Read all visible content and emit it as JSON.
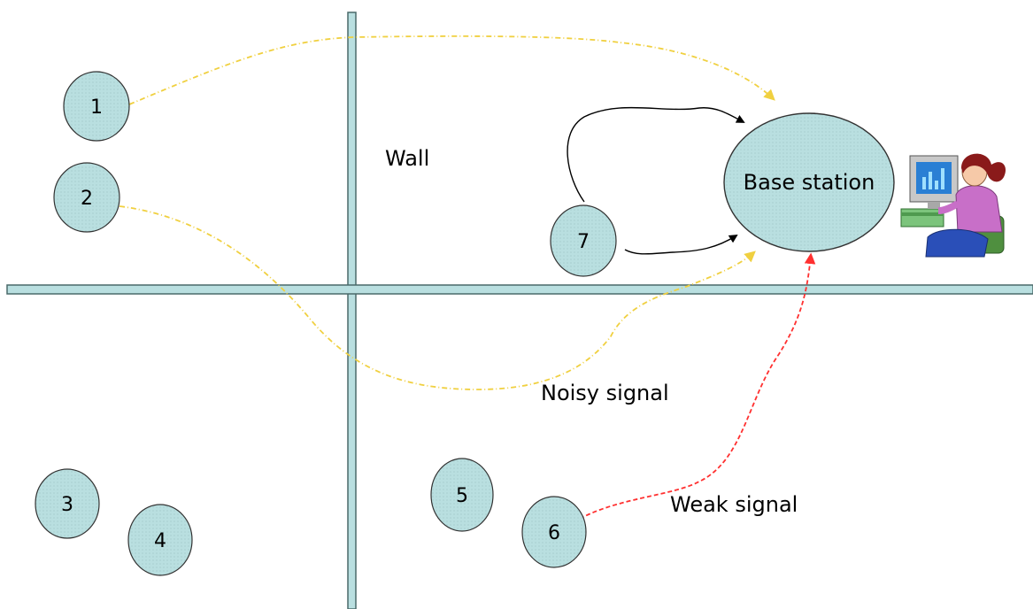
{
  "colors": {
    "node_fill": "#b9dfe0",
    "wall_fill": "#b9dfe0",
    "wall_stroke": "#4a6a6a",
    "noisy_signal": "#f0d040",
    "weak_signal": "#ff3030",
    "direct_link": "#000000"
  },
  "nodes": [
    {
      "id": "1",
      "label": "1"
    },
    {
      "id": "2",
      "label": "2"
    },
    {
      "id": "3",
      "label": "3"
    },
    {
      "id": "4",
      "label": "4"
    },
    {
      "id": "5",
      "label": "5"
    },
    {
      "id": "6",
      "label": "6"
    },
    {
      "id": "7",
      "label": "7"
    }
  ],
  "base_station": {
    "label": "Base station"
  },
  "labels": {
    "wall": "Wall",
    "noisy_signal": "Noisy signal",
    "weak_signal": "Weak signal"
  },
  "icons": {
    "operator": "person-at-computer-icon"
  }
}
